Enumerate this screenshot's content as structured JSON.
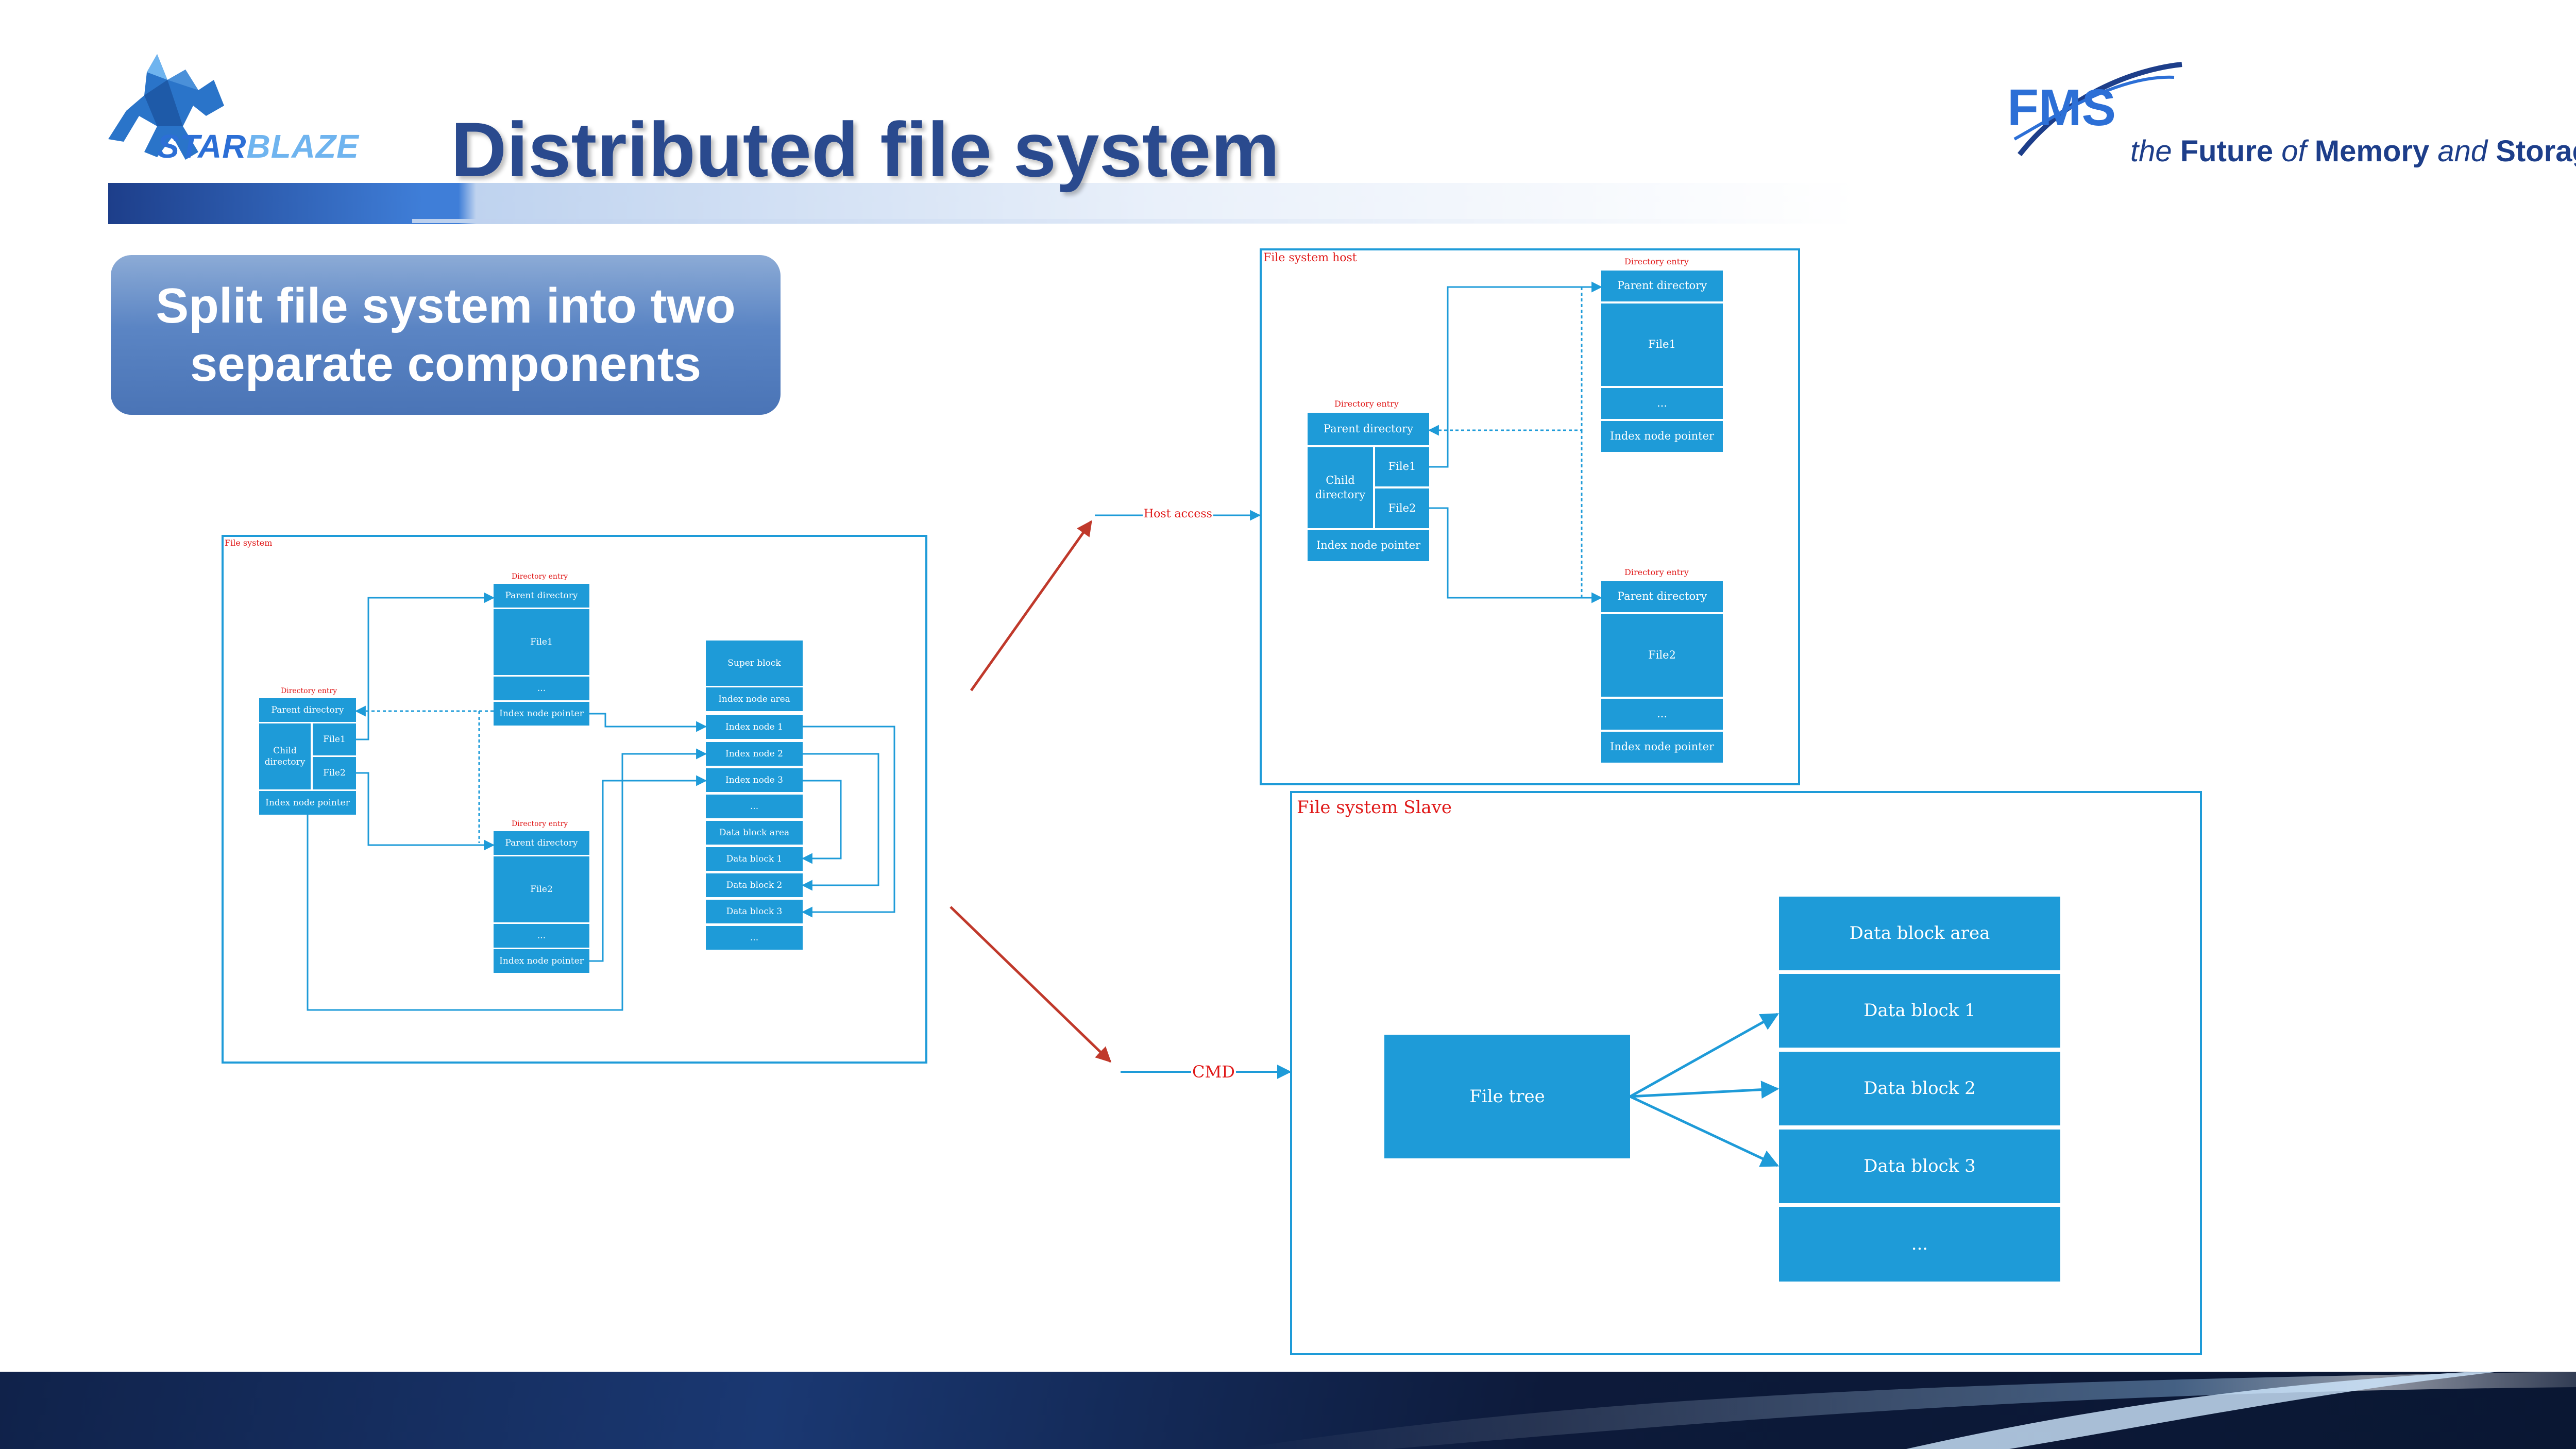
{
  "header": {
    "title": "Distributed file system",
    "brand_left_a": "STAR",
    "brand_left_b": "BLAZE",
    "brand_right_logo": "FMS",
    "brand_right_a": "the ",
    "brand_right_b": "Future",
    "brand_right_c": " of ",
    "brand_right_d": "Memory",
    "brand_right_e": " and ",
    "brand_right_f": "Storage"
  },
  "callout": {
    "line1": "Split file system into two",
    "line2": "separate components"
  },
  "left_diagram": {
    "panel_label": "File system",
    "dir1": {
      "header": "Directory entry",
      "parent": "Parent directory",
      "child": "Child directory",
      "file1": "File1",
      "file2": "File2",
      "inode": "Index node pointer"
    },
    "dir2": {
      "header": "Directory entry",
      "parent": "Parent directory",
      "file": "File1",
      "dots": "...",
      "inode": "Index node pointer"
    },
    "dir3": {
      "header": "Directory entry",
      "parent": "Parent directory",
      "file": "File2",
      "dots": "...",
      "inode": "Index node pointer"
    },
    "blocks": [
      "Super block",
      "Index node area",
      "Index node 1",
      "Index node 2",
      "Index node 3",
      "...",
      "Data block area",
      "Data block 1",
      "Data block 2",
      "Data block 3",
      "..."
    ]
  },
  "connectors": {
    "host_access": "Host access",
    "cmd": "CMD"
  },
  "host_diagram": {
    "panel_label": "File system host",
    "dir1": {
      "header": "Directory entry",
      "parent": "Parent directory",
      "child": "Child directory",
      "file1": "File1",
      "file2": "File2",
      "inode": "Index node pointer"
    },
    "dir2": {
      "header": "Directory entry",
      "parent": "Parent directory",
      "file": "File1",
      "dots": "...",
      "inode": "Index node pointer"
    },
    "dir3": {
      "header": "Directory entry",
      "parent": "Parent directory",
      "file": "File2",
      "dots": "...",
      "inode": "Index node pointer"
    }
  },
  "slave_diagram": {
    "panel_label": "File system Slave",
    "file_tree": "File tree",
    "blocks": [
      "Data block area",
      "Data block 1",
      "Data block 2",
      "Data block 3",
      "..."
    ]
  },
  "colors": {
    "title": "#2a4a8e",
    "cell": "#1e9bd8",
    "label_red": "#e01818",
    "arrow_red": "#c0392b"
  }
}
